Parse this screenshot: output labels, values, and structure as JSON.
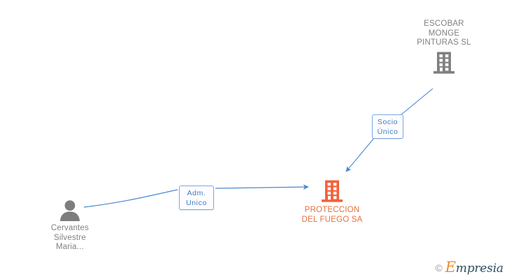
{
  "diagram": {
    "type": "corporate-relationship-graph",
    "background_color": "#ffffff",
    "accent_color": "#3d7bc4",
    "highlight_color": "#e8703a",
    "neutral_color": "#808080",
    "nodes": [
      {
        "id": "escobar",
        "label": "ESCOBAR\nMONGE\nPINTURAS  SL",
        "icon": "building-icon",
        "icon_color": "#808080",
        "label_color": "#808080",
        "label_position": "above"
      },
      {
        "id": "proteccion",
        "label": "PROTECCION\nDEL FUEGO SA",
        "icon": "building-icon",
        "icon_color": "#f4613a",
        "label_color": "#e8703a",
        "label_position": "below"
      },
      {
        "id": "cervantes",
        "label": "Cervantes\nSilvestre\nMaria...",
        "icon": "person-icon",
        "icon_color": "#7d7d7d",
        "label_color": "#808080",
        "label_position": "below"
      }
    ],
    "edges": [
      {
        "id": "edge-socio-unico",
        "from": "escobar",
        "to": "proteccion",
        "relation_label": "Socio\nÚnico",
        "color": "#4a88d0",
        "arrow": true
      },
      {
        "id": "edge-adm-unico",
        "from": "cervantes",
        "to": "proteccion",
        "relation_label": "Adm.\nUnico",
        "color": "#4a88d0",
        "arrow": true
      }
    ]
  },
  "watermark": {
    "copyright_symbol": "©",
    "brand_initial": "E",
    "brand_rest": "mpresia"
  }
}
